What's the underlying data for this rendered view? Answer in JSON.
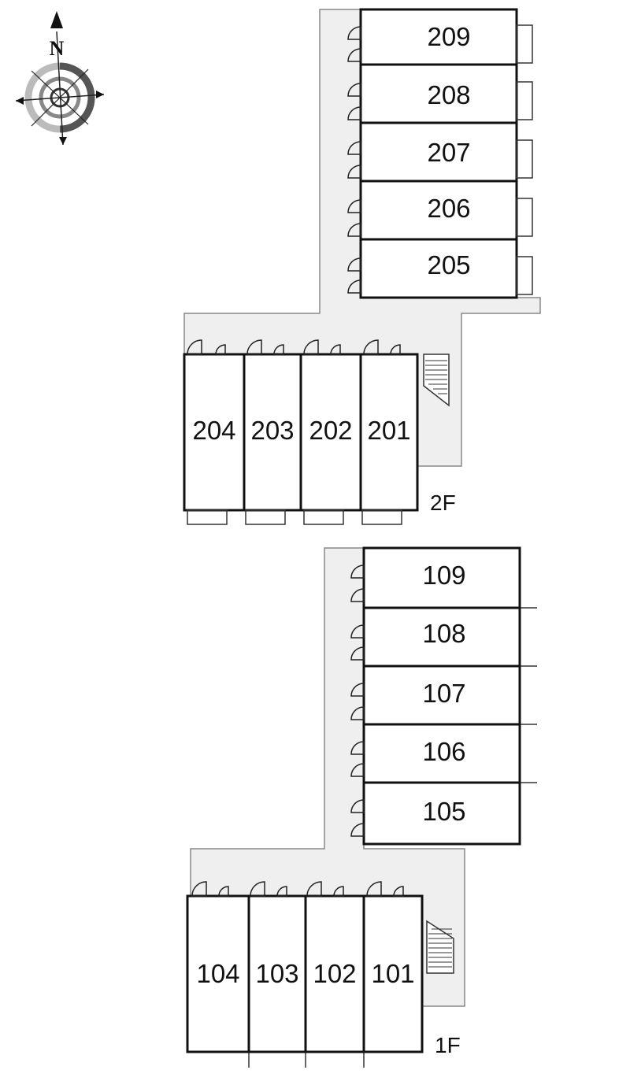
{
  "compass": {
    "north_label": "N",
    "icon": "compass-rose-icon"
  },
  "floors": [
    {
      "label": "2F",
      "rooms": [
        "209",
        "208",
        "207",
        "206",
        "205",
        "204",
        "203",
        "202",
        "201"
      ]
    },
    {
      "label": "1F",
      "rooms": [
        "109",
        "108",
        "107",
        "106",
        "105",
        "104",
        "103",
        "102",
        "101"
      ]
    }
  ],
  "colors": {
    "corridor": "#efefef",
    "walls": "#111111",
    "compass_dark": "#555555",
    "compass_light": "#bbbbbb"
  }
}
